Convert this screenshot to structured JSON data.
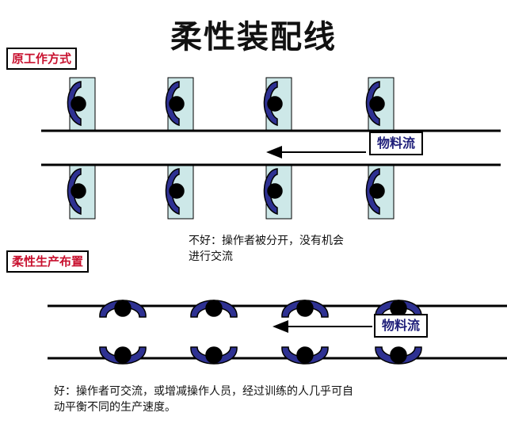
{
  "title": "柔性装配线",
  "section1": {
    "label": "原工作方式",
    "flow_label": "物料流",
    "caption_lines": [
      "不好：操作者被分开，没有机会",
      "进行交流"
    ]
  },
  "section2": {
    "label": "柔性生产布置",
    "flow_label": "物料流",
    "caption_lines": [
      "好：操作者可交流，或增减操作人员，经过训练的人几乎可自",
      "动平衡不同的生产速度。"
    ]
  },
  "colors": {
    "worker_fill": "#2e3192",
    "station_fill": "#cde8e8",
    "section_label": "#c8102e",
    "line": "#000000"
  }
}
